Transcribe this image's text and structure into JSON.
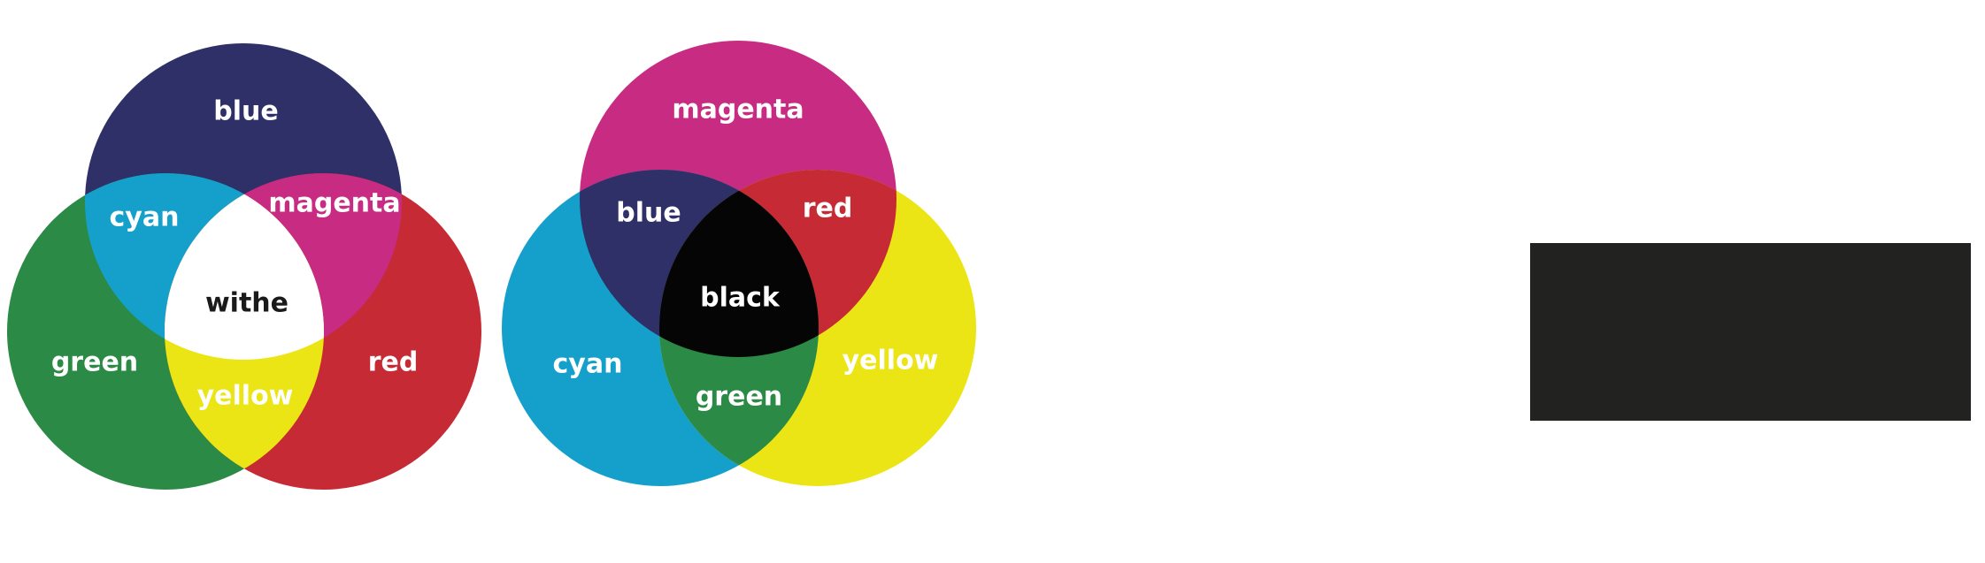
{
  "additive": {
    "circles": {
      "top": "blue",
      "left": "green",
      "right": "red"
    },
    "labels": {
      "top": "blue",
      "left": "green",
      "right": "red",
      "top_left": "cyan",
      "top_right": "magenta",
      "bottom": "yellow",
      "center": "withe"
    }
  },
  "subtractive": {
    "circles": {
      "top": "magenta",
      "left": "cyan",
      "right": "yellow"
    },
    "labels": {
      "top": "magenta",
      "left": "cyan",
      "right": "yellow",
      "top_left": "blue",
      "top_right": "red",
      "bottom": "green",
      "center": "black"
    }
  },
  "colors": {
    "blue": "#2f3068",
    "green": "#2b8a45",
    "red": "#c62a35",
    "cyan": "#15a0cb",
    "magenta": "#c72b82",
    "yellow": "#ece515",
    "white": "#ffffff",
    "black": "#050505",
    "box": "#222220",
    "label_light": "#ffffff",
    "label_dark": "#1a1a1a"
  }
}
